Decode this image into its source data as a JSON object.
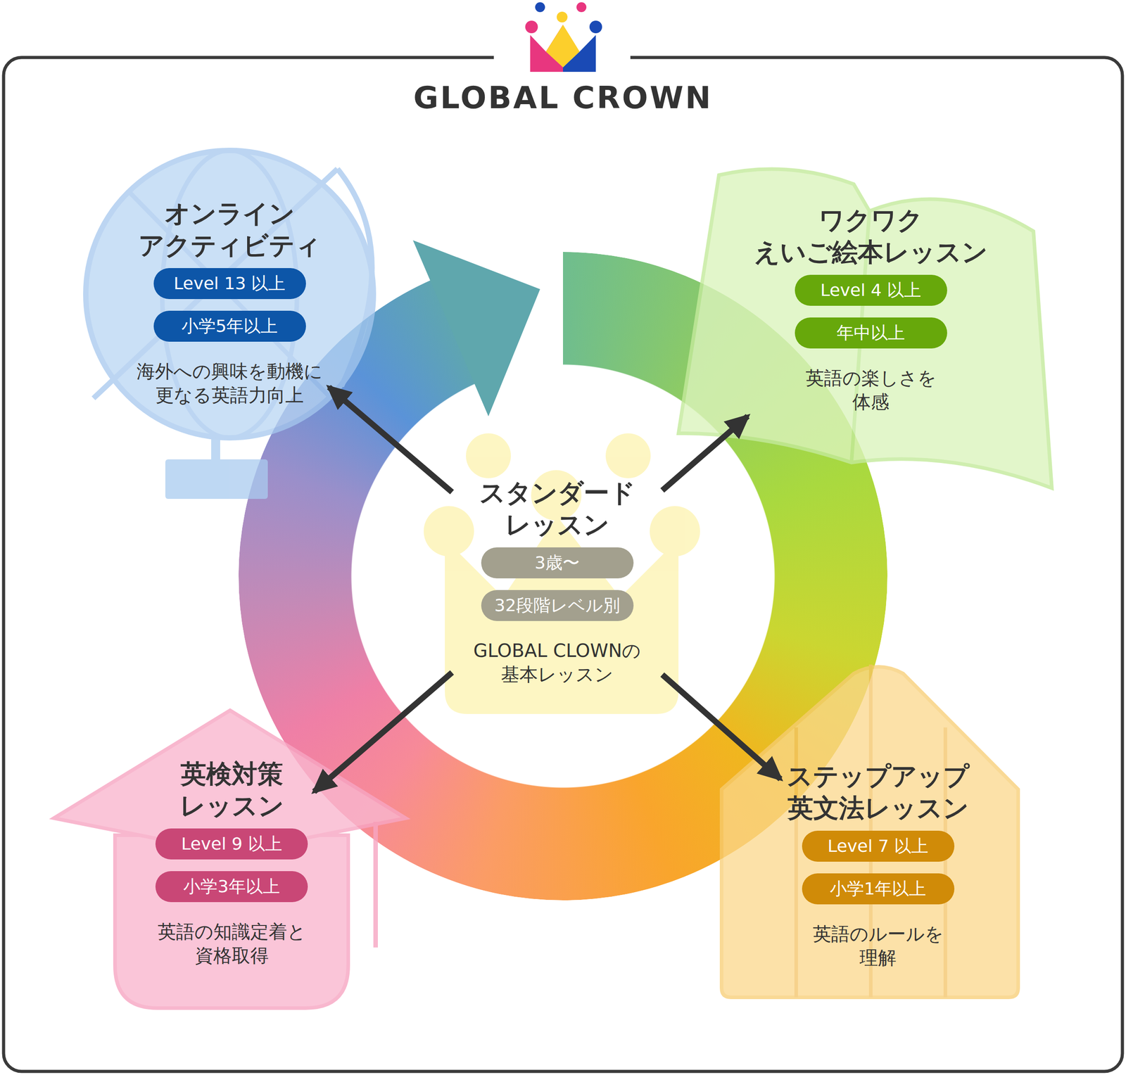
{
  "diagram": {
    "title": "GLOBAL CROWN",
    "nodes": [
      {
        "text": [
          "オンライン アクティビティ",
          "海外への興味を動機に 更なる英語力向上"
        ]
      },
      {
        "text": [
          "Level 13 以上"
        ],
        "in": 0
      },
      {
        "text": [
          "小学5年以上"
        ],
        "in": 0
      },
      {
        "text": [
          "ワクワク えいご絵本レッスン",
          "英語の楽しさを 体感"
        ]
      },
      {
        "text": [
          "Level 4 以上"
        ],
        "in": 3
      },
      {
        "text": [
          "年中以上"
        ],
        "in": 3
      },
      {
        "text": [
          "スタンダード レッスン",
          "GLOBAL CLOWNの 基本レッスン"
        ]
      },
      {
        "text": [
          "3歳〜"
        ],
        "in": 6
      },
      {
        "text": [
          "32段階レベル別"
        ],
        "in": 6
      },
      {
        "text": [
          "英検対策 レッスン",
          "英語の知識定着と 資格取得"
        ]
      },
      {
        "text": [
          "Level 9 以上"
        ],
        "in": 9
      },
      {
        "text": [
          "小学3年以上"
        ],
        "in": 9
      },
      {
        "text": [
          "ステップアップ 英文法レッスン",
          "英語のルールを 理解"
        ]
      },
      {
        "text": [
          "Level 7 以上"
        ],
        "in": 12
      },
      {
        "text": [
          "小学1年以上"
        ],
        "in": 12
      }
    ],
    "edges": [
      {
        "from": 6,
        "to": 0,
        "arrow": "to"
      },
      {
        "from": 6,
        "to": 3,
        "arrow": "to"
      },
      {
        "from": 6,
        "to": 9,
        "arrow": "to"
      },
      {
        "from": 6,
        "to": 12,
        "arrow": "to"
      }
    ]
  }
}
